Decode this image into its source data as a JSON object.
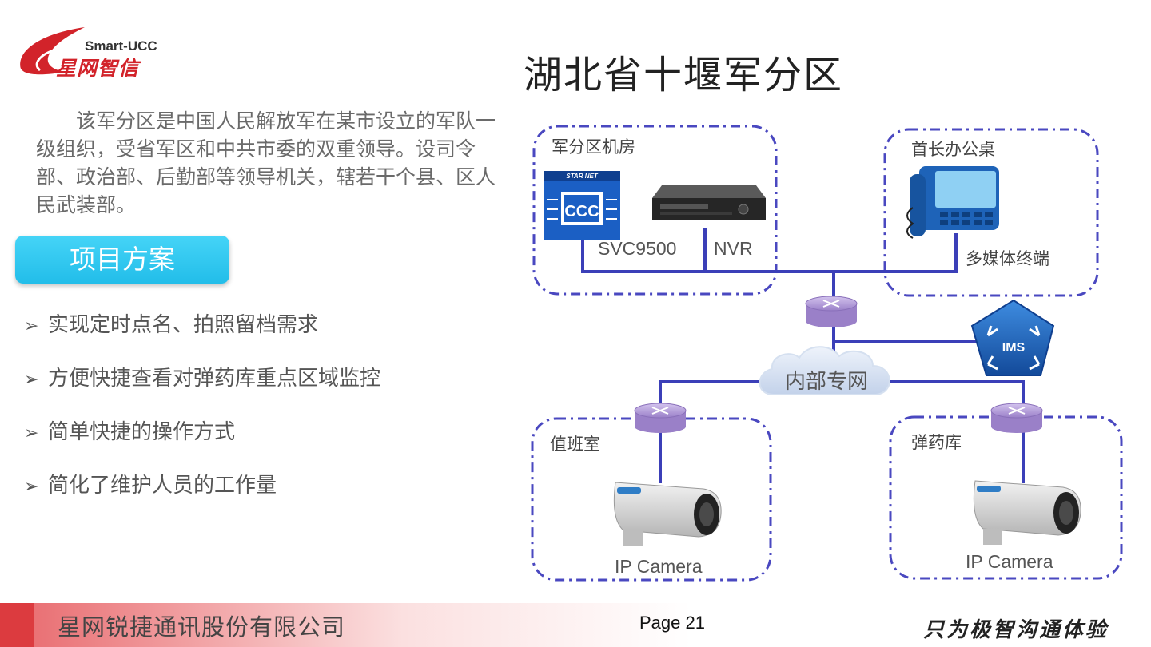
{
  "logo": {
    "en": "Smart-UCC",
    "zh": "星网智信"
  },
  "title": "湖北省十堰军分区",
  "intro": "该军分区是中国人民解放军在某市设立的军队一级组织，受省军区和中共市委的双重领导。设司令部、政治部、后勤部等领导机关，辖若干个县、区人民武装部。",
  "plan_button": "项目方案",
  "bullets": [
    "实现定时点名、拍照留档需求",
    "方便快捷查看对弹药库重点区域监控",
    "简单快捷的操作方式",
    "简化了维护人员的工作量"
  ],
  "diagram": {
    "zones": {
      "server_room": "军分区机房",
      "commander_desk": "首长办公桌",
      "duty_room": "值班室",
      "ammo_depot": "弹药库"
    },
    "devices": {
      "svc": "SVC9500",
      "ccc_label": "CCC",
      "ccc_top": "STAR NET",
      "nvr": "NVR",
      "terminal": "多媒体终端",
      "ims": "IMS",
      "network": "内部专网",
      "camera_left": "IP Camera",
      "camera_right": "IP Camera"
    },
    "colors": {
      "line": "#3b3fb8",
      "dash": "#4a48c0",
      "router": "#b39ad6",
      "ims": "#1d5fb3"
    }
  },
  "footer": {
    "company": "星网锐捷通讯股份有限公司",
    "page": "Page 21",
    "slogan": "只为极智沟通体验"
  }
}
